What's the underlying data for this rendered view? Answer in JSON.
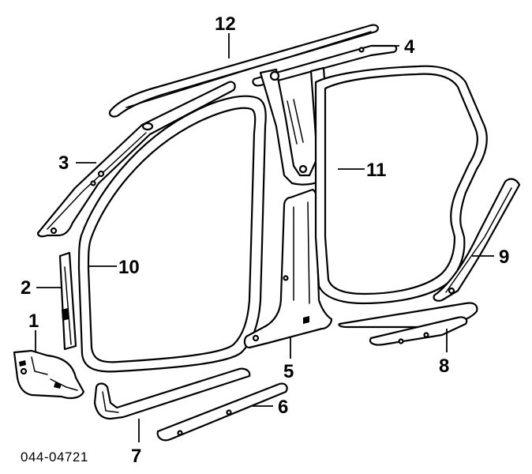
{
  "figure": {
    "reference_code": "044-04721",
    "ink_color": "#000000",
    "background_color": "#ffffff"
  },
  "callouts": {
    "c1": "1",
    "c2": "2",
    "c3": "3",
    "c4": "4",
    "c5": "5",
    "c6": "6",
    "c7": "7",
    "c8": "8",
    "c9": "9",
    "c10": "10",
    "c11": "11",
    "c12": "12"
  }
}
